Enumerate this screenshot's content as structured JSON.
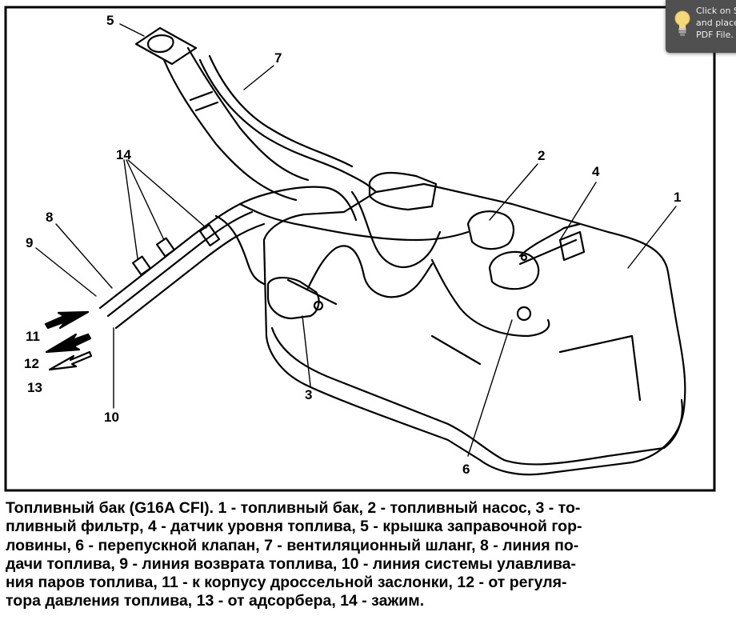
{
  "figure": {
    "subject": "Fuel tank assembly diagram",
    "callouts": [
      {
        "id": "1",
        "label": "1"
      },
      {
        "id": "2",
        "label": "2"
      },
      {
        "id": "3",
        "label": "3"
      },
      {
        "id": "4",
        "label": "4"
      },
      {
        "id": "5",
        "label": "5"
      },
      {
        "id": "6",
        "label": "6"
      },
      {
        "id": "7",
        "label": "7"
      },
      {
        "id": "8",
        "label": "8"
      },
      {
        "id": "9",
        "label": "9"
      },
      {
        "id": "10",
        "label": "10"
      },
      {
        "id": "11",
        "label": "11"
      },
      {
        "id": "12",
        "label": "12"
      },
      {
        "id": "13",
        "label": "13"
      },
      {
        "id": "14",
        "label": "14"
      }
    ]
  },
  "caption": {
    "lines": [
      "Топливный бак (G16A CFI). 1 - топливный бак, 2 - топливный насос, 3 - то-",
      "пливный фильтр, 4 - датчик уровня топлива, 5 - крышка заправочной гор-",
      "ловины, 6 - перепускной клапан, 7 - вентиляционный шланг, 8 - линия по-",
      "дачи топлива, 9 - линия возврата топлива, 10 - линия системы улавлива-",
      "ния паров топлива, 11 - к корпусу дроссельной заслонки, 12 - от регуля-",
      "тора давления топлива, 13 - от адсорбера, 14 - зажим."
    ]
  },
  "tooltip": {
    "icon": "lightbulb-icon",
    "lines": [
      "Click on S",
      "and place",
      "PDF File."
    ]
  }
}
